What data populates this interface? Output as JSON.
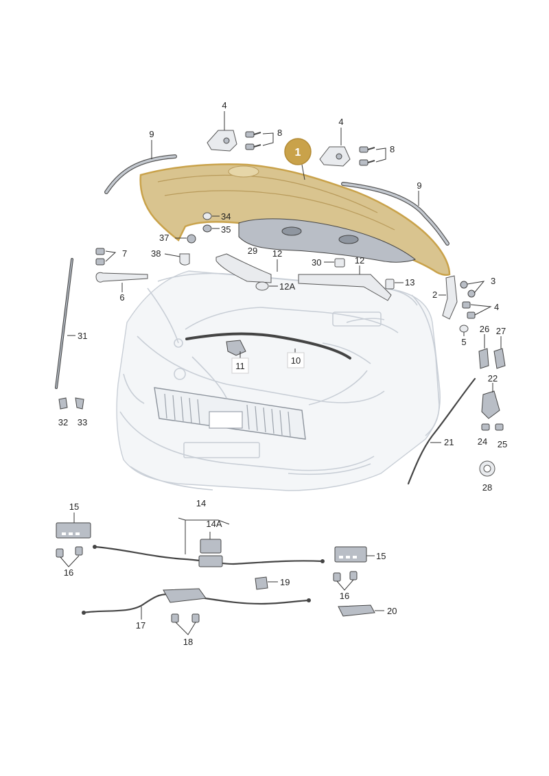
{
  "highlight": {
    "part_number": "1",
    "color": "#c9a24a",
    "fill_color": "#d9c48f"
  },
  "labels": {
    "l4a": "4",
    "l4b": "4",
    "l4c": "4",
    "l8a": "8",
    "l8b": "8",
    "l9a": "9",
    "l9b": "9",
    "l34": "34",
    "l35": "35",
    "l37": "37",
    "l29": "29",
    "l38": "38",
    "l7": "7",
    "l6": "6",
    "l12a": "12",
    "l12b": "12",
    "l12A": "12A",
    "l30": "30",
    "l13": "13",
    "l3": "3",
    "l2": "2",
    "l5": "5",
    "l26": "26",
    "l27": "27",
    "l22": "22",
    "l24": "24",
    "l25": "25",
    "l21": "21",
    "l28": "28",
    "l31": "31",
    "l32": "32",
    "l33": "33",
    "l10": "10",
    "l11": "11",
    "l14": "14",
    "l14A": "14A",
    "l15a": "15",
    "l15b": "15",
    "l16a": "16",
    "l16b": "16",
    "l17": "17",
    "l18": "18",
    "l19": "19",
    "l20": "20"
  }
}
